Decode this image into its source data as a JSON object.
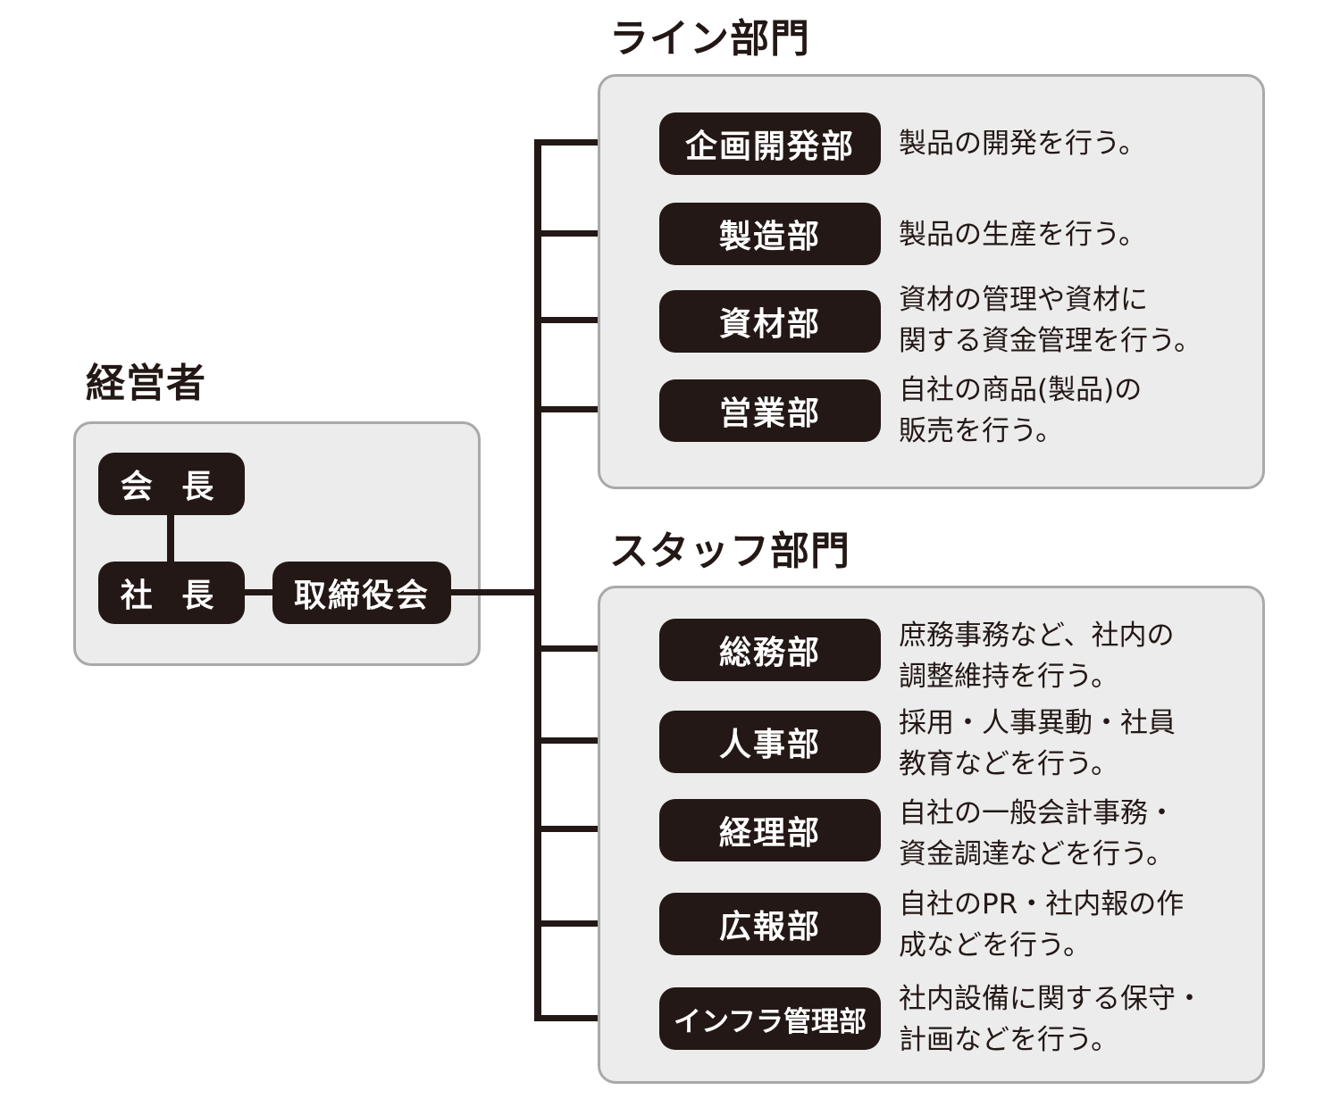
{
  "management": {
    "title": "経営者",
    "chairman": "会 長",
    "president": "社 長",
    "board": "取締役会"
  },
  "line_dept": {
    "title": "ライン部門",
    "items": [
      {
        "name": "企画開発部",
        "desc": "製品の開発を行う。"
      },
      {
        "name": "製造部",
        "desc": "製品の生産を行う。"
      },
      {
        "name": "資材部",
        "desc": "資材の管理や資材に\n関する資金管理を行う。"
      },
      {
        "name": "営業部",
        "desc": "自社の商品(製品)の\n販売を行う。"
      }
    ]
  },
  "staff_dept": {
    "title": "スタッフ部門",
    "items": [
      {
        "name": "総務部",
        "desc": "庶務事務など、社内の\n調整維持を行う。"
      },
      {
        "name": "人事部",
        "desc": "採用・人事異動・社員\n教育などを行う。"
      },
      {
        "name": "経理部",
        "desc": "自社の一般会計事務・\n資金調達などを行う。"
      },
      {
        "name": "広報部",
        "desc": "自社のPR・社内報の作\n成などを行う。"
      },
      {
        "name": "インフラ管理部",
        "desc": "社内設備に関する保守・\n計画などを行う。"
      }
    ]
  },
  "colors": {
    "box_fill": "#231815",
    "panel_fill": "#ececec",
    "panel_border": "#a9a9a9",
    "text": "#231815"
  }
}
